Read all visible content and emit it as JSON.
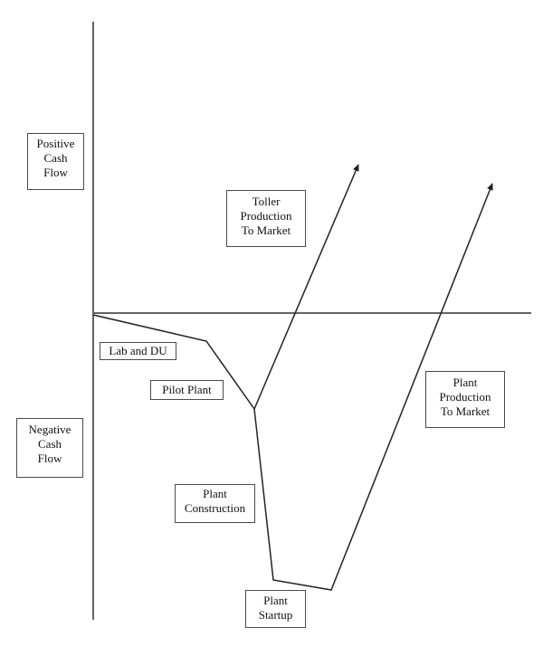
{
  "boxes": {
    "positive_cash_flow": {
      "lines": [
        "Positive",
        "Cash",
        "Flow"
      ]
    },
    "negative_cash_flow": {
      "lines": [
        "Negative",
        "Cash",
        "Flow"
      ]
    },
    "toller_production_to_market": {
      "lines": [
        "Toller",
        "Production",
        "To Market"
      ]
    },
    "lab_and_du": {
      "lines": [
        "Lab and DU"
      ]
    },
    "pilot_plant": {
      "lines": [
        "Pilot Plant"
      ]
    },
    "plant_construction": {
      "lines": [
        "Plant",
        "Construction"
      ]
    },
    "plant_production_to_market": {
      "lines": [
        "Plant",
        "Production",
        "To Market"
      ]
    },
    "plant_startup": {
      "lines": [
        "Plant",
        "Startup"
      ]
    }
  },
  "colors": {
    "background": "#ffffff",
    "axis": "#636363",
    "curve": "#222222",
    "box_border": "#4a4a4a",
    "text": "#111111"
  }
}
